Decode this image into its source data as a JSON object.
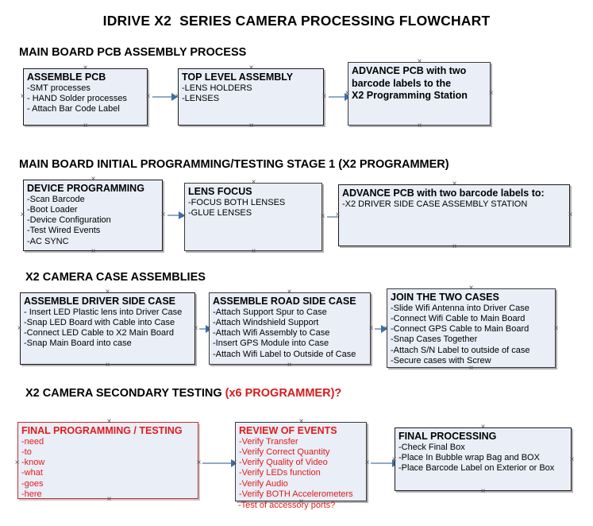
{
  "document": {
    "title": "IDRIVE X2  SERIES CAMERA PROCESSING FLOWCHART"
  },
  "colors": {
    "box_fill": "#e9eef7",
    "box_border": "#1a1a1a",
    "connector": "#93a9c4",
    "arrow": "#3b6ea5",
    "red_text": "#e01b1b",
    "red_heading": "#d61c1c"
  },
  "sections": [
    {
      "id": "main-board-pcb-assembly",
      "heading": "MAIN BOARD PCB ASSEMBLY PROCESS",
      "heading_suffix": "",
      "nodes": [
        {
          "id": "assemble-pcb",
          "title": "ASSEMBLE PCB",
          "lines": [
            "-SMT processes",
            "- HAND Solder processes",
            "- Attach Bar Code Label"
          ]
        },
        {
          "id": "top-level-assembly",
          "title": "TOP LEVEL ASSEMBLY",
          "lines": [
            "-LENS HOLDERS",
            "-LENSES"
          ]
        },
        {
          "id": "advance-pcb-x2-programming-station",
          "title": "",
          "lines": [
            "ADVANCE PCB with two",
            "barcode labels to the",
            " X2 Programming Station"
          ]
        }
      ]
    },
    {
      "id": "main-board-initial-programming",
      "heading": "MAIN BOARD INITIAL PROGRAMMING/TESTING STAGE 1 (X2 PROGRAMMER)",
      "heading_suffix": "",
      "nodes": [
        {
          "id": "device-programming",
          "title": "DEVICE PROGRAMMING",
          "lines": [
            "-Scan Barcode",
            "-Boot Loader",
            "-Device Configuration",
            "-Test Wired Events",
            "-AC SYNC"
          ]
        },
        {
          "id": "lens-focus",
          "title": "LENS FOCUS",
          "lines": [
            "-FOCUS BOTH LENSES",
            "-GLUE LENSES"
          ]
        },
        {
          "id": "advance-pcb-driver-side-case",
          "title": "ADVANCE PCB with two barcode labels to:",
          "lines": [
            "-X2 DRIVER  SIDE  CASE  ASSEMBLY STATION"
          ]
        }
      ]
    },
    {
      "id": "x2-camera-case-assemblies",
      "heading": "X2 CAMERA CASE ASSEMBLIES",
      "heading_suffix": "",
      "nodes": [
        {
          "id": "assemble-driver-side-case",
          "title": "ASSEMBLE DRIVER SIDE CASE",
          "lines": [
            "- Insert LED Plastic lens into Driver Case",
            "-Snap LED Board with Cable into Case",
            "-Connect LED Cable to X2 Main Board",
            "-Snap Main Board into case"
          ]
        },
        {
          "id": "assemble-road-side-case",
          "title": "ASSEMBLE ROAD SIDE CASE",
          "lines": [
            "-Attach Support Spur to Case",
            "-Attach Windshield Support",
            "-Attach Wifi Assembly to Case",
            "-Insert GPS Module into Case",
            "-Attach Wifi Label to Outside of Case"
          ]
        },
        {
          "id": "join-the-two-cases",
          "title": "JOIN THE TWO CASES",
          "lines": [
            "-Slide Wifi Antenna into Driver Case",
            "-Connect Wifi Cable to Main Board",
            "-Connect GPS Cable to Main Board",
            "-Snap Cases Together",
            "-Attach S/N Label to outside of case",
            "-Secure cases with Screw"
          ]
        }
      ]
    },
    {
      "id": "x2-camera-secondary-testing",
      "heading": "X2 CAMERA SECONDARY TESTING ",
      "heading_suffix": "(x6 PROGRAMMER)?",
      "nodes": [
        {
          "id": "final-programming-testing",
          "title": "FINAL PROGRAMMING / TESTING",
          "lines": [
            "-need",
            "-to",
            "-know",
            "-what",
            "-goes",
            "-here"
          ]
        },
        {
          "id": "review-of-events",
          "title": "REVIEW OF EVENTS",
          "lines": [
            "-Verify Transfer",
            "-Verify Correct Quantity",
            "-Verify Quality of Video",
            "-Verify LEDs function",
            "-Verify Audio",
            "-Verify BOTH Accelerometers"
          ],
          "overflow_line": "-Test of accessory ports?"
        },
        {
          "id": "final-processing",
          "title": "FINAL PROCESSING",
          "lines": [
            " -Check Final Box",
            "-Place In Bubble wrap Bag and BOX",
            "-Place Barcode Label on Exterior or Box"
          ]
        }
      ]
    }
  ]
}
